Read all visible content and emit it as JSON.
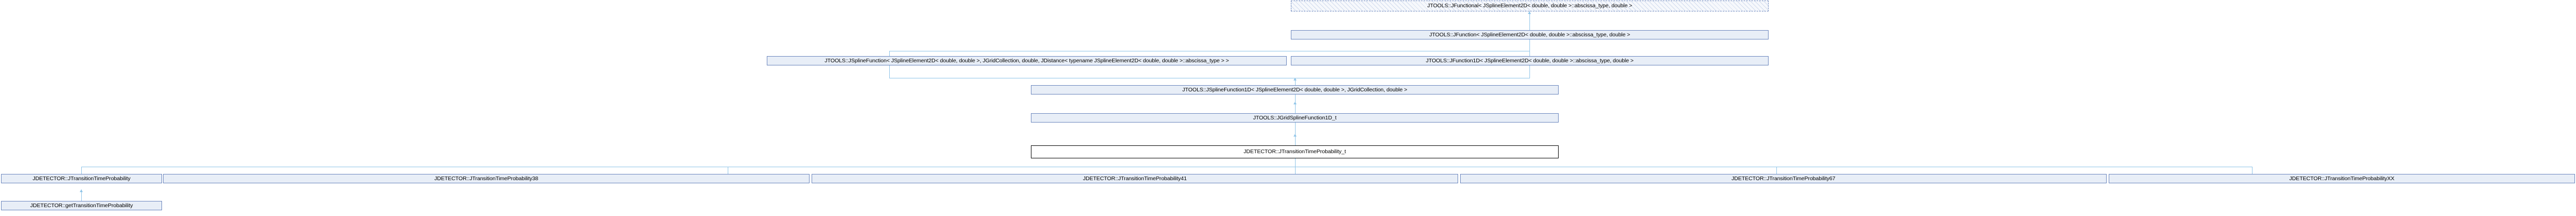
{
  "diagram": {
    "title": "JDETECTOR::JTransitionTimeProbability_t inheritance diagram",
    "type": "class-inheritance-graph",
    "colors": {
      "node_fill": "#e8eef7",
      "node_border": "#6b86bd",
      "current_fill": "#ffffff",
      "current_border": "#000000",
      "edge": "#8fc4e8",
      "elided_border": "#6b86bd",
      "background": "#ffffff"
    },
    "nodes": [
      {
        "id": "n0",
        "label": "JTOOLS::JFunctional< JSplineElement2D< double, double >::abscissa_type, double >",
        "style": "elided",
        "row": 0
      },
      {
        "id": "n1",
        "label": "JTOOLS::JFunction< JSplineElement2D< double, double >::abscissa_type, double >",
        "style": "std",
        "row": 1
      },
      {
        "id": "n2",
        "label": "JTOOLS::JSplineFunction< JSplineElement2D< double, double >, JGridCollection, double, JDistance< typename JSplineElement2D< double, double >::abscissa_type > >",
        "style": "std",
        "row": 2
      },
      {
        "id": "n3",
        "label": "JTOOLS::JFunction1D< JSplineElement2D< double, double >::abscissa_type, double >",
        "style": "std",
        "row": 2
      },
      {
        "id": "n4",
        "label": "JTOOLS::JSplineFunction1D< JSplineElement2D< double, double >, JGridCollection, double >",
        "style": "std",
        "row": 3
      },
      {
        "id": "n5",
        "label": "JTOOLS::JGridSplineFunction1D_t",
        "style": "std",
        "row": 4
      },
      {
        "id": "n6",
        "label": "JDETECTOR::JTransitionTimeProbability_t",
        "style": "current",
        "row": 5
      },
      {
        "id": "n7",
        "label": "JDETECTOR::JTransitionTimeProbability",
        "style": "std",
        "row": 6
      },
      {
        "id": "n8",
        "label": "JDETECTOR::JTransitionTimeProbability38",
        "style": "std",
        "row": 6
      },
      {
        "id": "n9",
        "label": "JDETECTOR::JTransitionTimeProbability41",
        "style": "std",
        "row": 6
      },
      {
        "id": "n10",
        "label": "JDETECTOR::JTransitionTimeProbability67",
        "style": "std",
        "row": 6
      },
      {
        "id": "n11",
        "label": "JDETECTOR::JTransitionTimeProbabilityXX",
        "style": "std",
        "row": 6
      },
      {
        "id": "n12",
        "label": "JDETECTOR::getTransitionTimeProbability",
        "style": "std",
        "row": 7
      }
    ]
  }
}
